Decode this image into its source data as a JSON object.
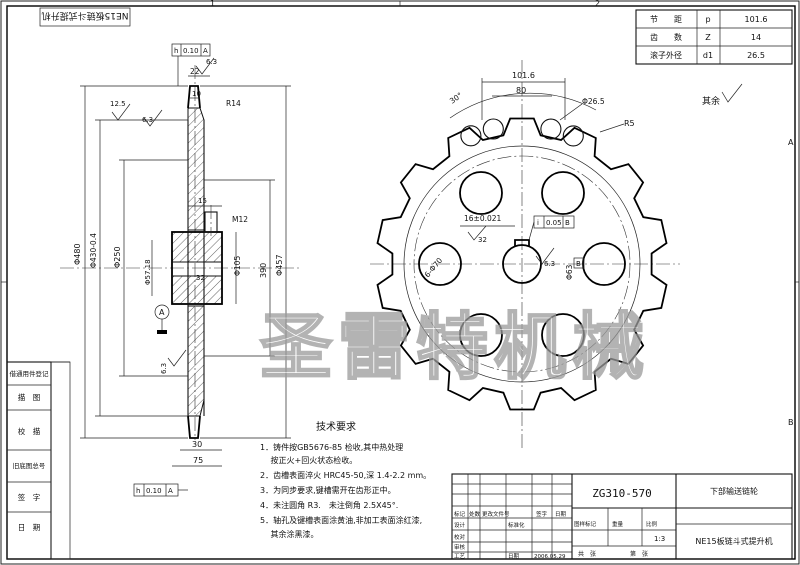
{
  "frame": {
    "zone_marks_top": [
      "1",
      "2"
    ],
    "zone_marks_side": [
      "A",
      "B"
    ],
    "rotated_label": "NE15板链斗式提升机"
  },
  "params_table": {
    "rows": [
      {
        "label": "节　　距",
        "symbol": "p",
        "value": "101.6"
      },
      {
        "label": "齿　　数",
        "symbol": "Z",
        "value": "14"
      },
      {
        "label": "滚子外径",
        "symbol": "d1",
        "value": "26.5"
      }
    ]
  },
  "left_view": {
    "tolerance_top": {
      "symbol": "h",
      "value": "0.10",
      "datum": "A"
    },
    "tolerance_bottom": {
      "symbol": "h",
      "value": "0.10",
      "datum": "A"
    },
    "dims": {
      "rough_63_top": "6.3",
      "rough_125": "12.5",
      "rough_63_left": "6.3",
      "rough_63_bottom": "6.3",
      "rough_63_mid": "6.3",
      "d22": "22",
      "d10": "10",
      "r14": "R14",
      "d15": "15",
      "m12": "M12",
      "phi480": "Φ480",
      "phi430": "Φ430-0.4",
      "phi250": "Φ250",
      "phi57": "Φ57.18",
      "phi105": "Φ105",
      "d390": "390",
      "phi457": "Φ457",
      "d32": "32",
      "d30": "30",
      "d75": "75",
      "datum_a": "A"
    }
  },
  "front_view": {
    "dims": {
      "pitch": "101.6",
      "d80": "80",
      "ang30": "30°",
      "phi265": "Φ26.5",
      "r5": "R5",
      "keyw": "16±0.021",
      "sym_tol": "i",
      "sym_val": "0.05",
      "sym_datum": "B",
      "d32": "32",
      "holes": "6-Φ70",
      "rough63": "6.3",
      "bore": "Φ63",
      "datum_b": "B"
    },
    "rest_roughness": "其余"
  },
  "notes": {
    "title": "技术要求",
    "items": [
      "1．铸件按GB5676-85 检收,其中热处理",
      "　 按正火+回火状态检收。",
      "2．齿槽表面淬火 HRC45-50,深 1.4-2.2 mm。",
      "3．为同步要求,键槽需开在齿形正中。",
      "4．未注圆角 R3.　未注倒角 2.5X45°.",
      "5．轴孔及键槽表面涂黄油,非加工表面涂红漆,",
      "　 其余涂黑漆。"
    ]
  },
  "side_register": [
    "借通用件登记",
    "描　图",
    "校　描",
    "旧底图总号",
    "签　字",
    "日　期"
  ],
  "title_block": {
    "drawing_no": "ZG310-570",
    "part_name": "下部输送链轮",
    "machine_name": "NE15板链斗式提升机",
    "hdr": [
      "标记",
      "处数",
      "更改文件号",
      "签字",
      "日期"
    ],
    "rows_left": [
      "设计",
      "校对",
      "审核",
      "工艺"
    ],
    "std_label": "标准化",
    "approve_label": "日期",
    "date": "2006.05.29",
    "stage_label": "图样标记",
    "weight_label": "重量",
    "scale_label": "比例",
    "scale_value": "1:3",
    "sheet_left": "共　张",
    "sheet_right": "第　张"
  },
  "watermark": "圣雷特机械"
}
